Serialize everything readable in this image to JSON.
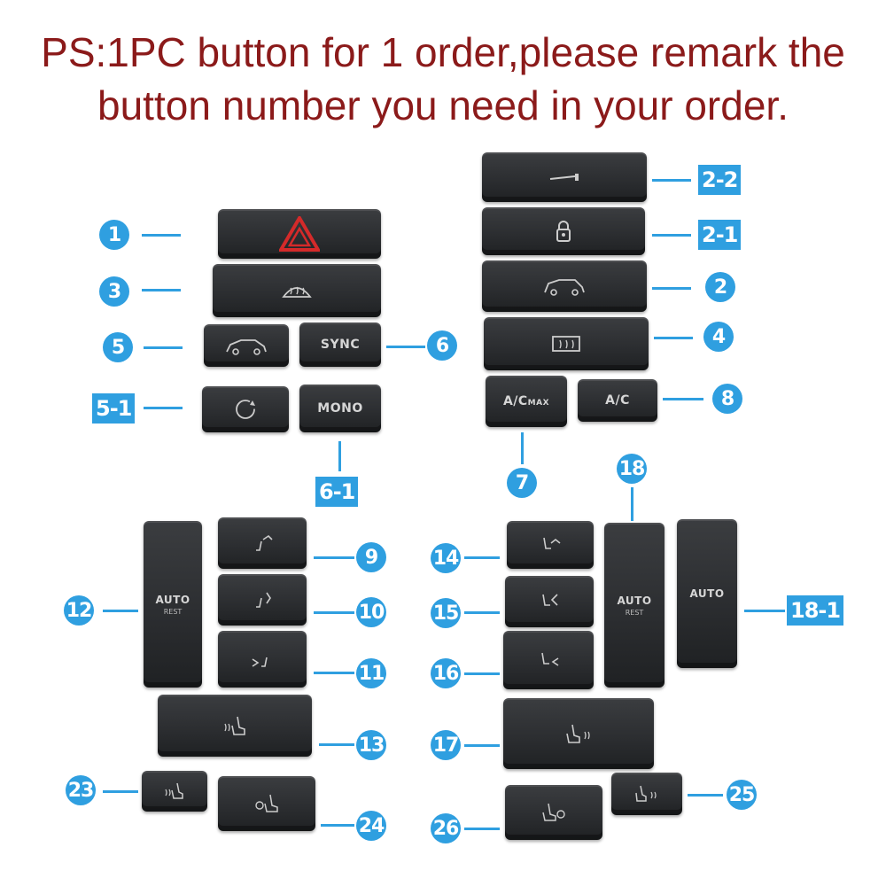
{
  "header": {
    "line1": "PS:1PC button for 1 order,please remark the",
    "line2": "button number you need in your order."
  },
  "labels": {
    "n1": "1",
    "n3": "3",
    "n5": "5",
    "n5_1": "5-1",
    "n6": "6",
    "n6_1": "6-1",
    "n2_2": "2-2",
    "n2_1": "2-1",
    "n2": "2",
    "n4": "4",
    "n7": "7",
    "n8": "8",
    "n9": "9",
    "n10": "10",
    "n11": "11",
    "n12": "12",
    "n13": "13",
    "n14": "14",
    "n15": "15",
    "n16": "16",
    "n17": "17",
    "n18": "18",
    "n18_1": "18-1",
    "n23": "23",
    "n24": "24",
    "n25": "25",
    "n26": "26"
  },
  "button_text": {
    "sync": "SYNC",
    "mono": "MONO",
    "ac_max_main": "A/C",
    "ac_max_suffix": "MAX",
    "ac": "A/C",
    "auto": "AUTO",
    "rest": "REST"
  },
  "colors": {
    "headline": "#8b1a1a",
    "badge": "#2f9fe0",
    "button": "#2c2e31",
    "hazard": "#d42a2a"
  }
}
